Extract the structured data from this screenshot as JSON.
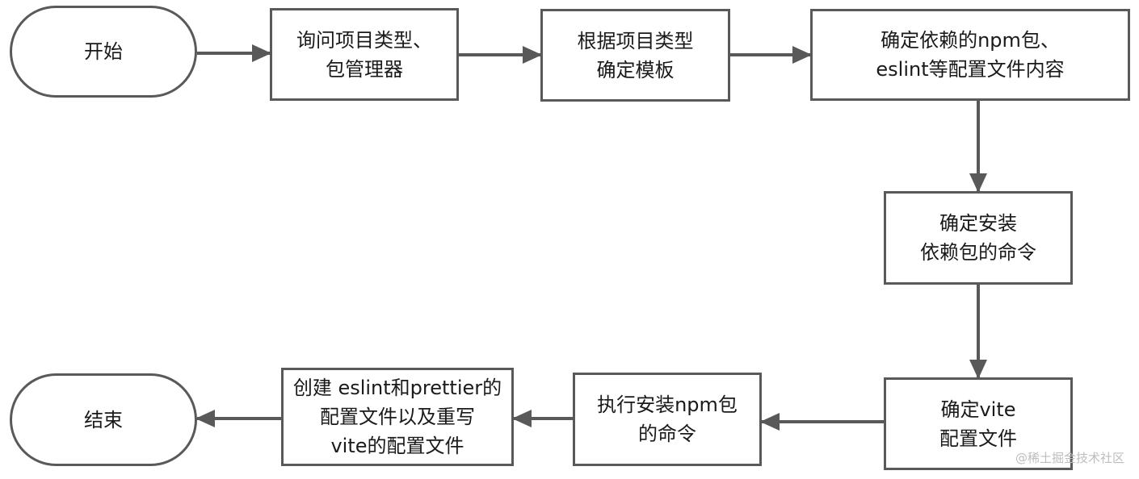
{
  "colors": {
    "stroke": "#595959",
    "text": "#1a1a1a",
    "watermark": "#bdbdbd"
  },
  "nodes": {
    "start": {
      "lines": [
        "开始"
      ]
    },
    "ask": {
      "lines": [
        "询问项目类型、",
        "包管理器"
      ]
    },
    "template": {
      "lines": [
        "根据项目类型",
        "确定模板"
      ]
    },
    "deps": {
      "lines": [
        "确定依赖的npm包、",
        "eslint等配置文件内容"
      ]
    },
    "install_cmd": {
      "lines": [
        "确定安装",
        "依赖包的命令"
      ]
    },
    "vite_config": {
      "lines": [
        "确定vite",
        "配置文件"
      ]
    },
    "run_install": {
      "lines": [
        "执行安装npm包",
        "的命令"
      ]
    },
    "create_config": {
      "lines": [
        "创建 eslint和prettier的",
        "配置文件以及重写",
        "vite的配置文件"
      ]
    },
    "end": {
      "lines": [
        "结束"
      ]
    }
  },
  "edges": [
    {
      "from": "start",
      "to": "ask"
    },
    {
      "from": "ask",
      "to": "template"
    },
    {
      "from": "template",
      "to": "deps"
    },
    {
      "from": "deps",
      "to": "install_cmd"
    },
    {
      "from": "install_cmd",
      "to": "vite_config"
    },
    {
      "from": "vite_config",
      "to": "run_install"
    },
    {
      "from": "run_install",
      "to": "create_config"
    },
    {
      "from": "create_config",
      "to": "end"
    }
  ],
  "watermark": "@稀土掘金技术社区"
}
